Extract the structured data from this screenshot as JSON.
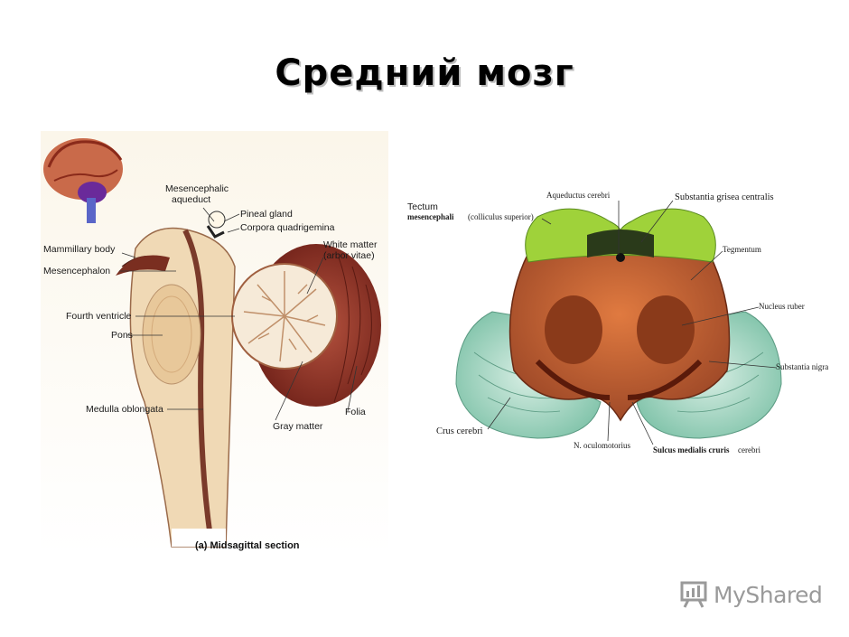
{
  "title": "Средний мозг",
  "left_diagram": {
    "labels": {
      "mesencephalic_aqueduct": "Mesencephalic",
      "mesencephalic_aqueduct_2": "aqueduct",
      "pineal_gland": "Pineal gland",
      "corpora_quadrigemina": "Corpora quadrigemina",
      "white_matter": "White matter",
      "arbor_vitae": "(arbor vitae)",
      "mammillary_body": "Mammillary body",
      "mesencephalon": "Mesencephalon",
      "fourth_ventricle": "Fourth ventricle",
      "pons": "Pons",
      "medulla_oblongata": "Medulla oblongata",
      "gray_matter": "Gray matter",
      "folia": "Folia"
    },
    "caption": "(a) Midsagittal section"
  },
  "right_diagram": {
    "labels": {
      "tectum": "Tectum",
      "mesencephali": "mesencephali",
      "colliculus": "(colliculus superior)",
      "aqueductus": "Aqueductus cerebri",
      "substantia_grisea": "Substantia grisea centralis",
      "tegmentum": "Tegmentum",
      "nucleus_ruber": "Nucleus ruber",
      "substantia_nigra": "Substantia nigra",
      "crus_cerebri": "Crus cerebri",
      "n_oculomotorius": "N. oculomotorius",
      "sulcus": "Sulcus medialis cruris",
      "cerebri": "cerebri"
    }
  },
  "watermark": "MyShared",
  "colors": {
    "tectum": "#9fd23a",
    "tegmentum": "#c8653a",
    "crus": "#a8d8c8",
    "nucleus": "#8a3a1a",
    "cerebellum": "#8a3028",
    "brainstem": "#f0d9b5"
  }
}
